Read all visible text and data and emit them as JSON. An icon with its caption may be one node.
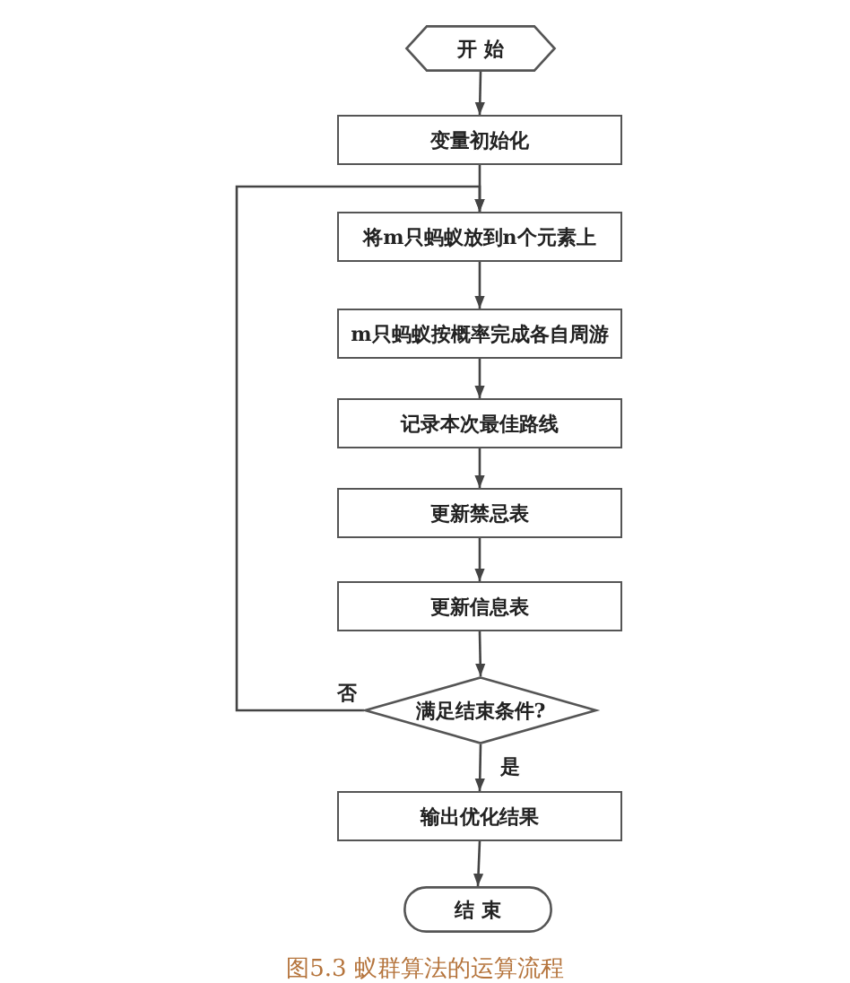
{
  "diagram": {
    "caption": "图5.3 蚁群算法的运算流程",
    "nodes": [
      {
        "text": [
          "开 始"
        ]
      },
      {
        "text": [
          "变量初始化"
        ]
      },
      {
        "text": [
          "将m只蚂蚁放到n个元素上"
        ]
      },
      {
        "text": [
          "m只蚂蚁按概率完成各自周游"
        ]
      },
      {
        "text": [
          "记录本次最佳路线"
        ]
      },
      {
        "text": [
          "更新禁忌表"
        ]
      },
      {
        "text": [
          "更新信息表"
        ]
      },
      {
        "text": [
          "满足结束条件?"
        ]
      },
      {
        "text": [
          "输出优化结果"
        ]
      },
      {
        "text": [
          "结 束"
        ]
      }
    ],
    "edges": [
      {
        "from": 0,
        "to": 1,
        "arrow": "to"
      },
      {
        "from": 1,
        "to": 2,
        "arrow": "to"
      },
      {
        "from": 2,
        "to": 3,
        "arrow": "to"
      },
      {
        "from": 3,
        "to": 4,
        "arrow": "to"
      },
      {
        "from": 4,
        "to": 5,
        "arrow": "to"
      },
      {
        "from": 5,
        "to": 6,
        "arrow": "to"
      },
      {
        "from": 6,
        "to": 7,
        "arrow": "to"
      },
      {
        "from": 7,
        "to": 2,
        "arrow": "to",
        "label": "否"
      },
      {
        "from": 7,
        "to": 8,
        "arrow": "to",
        "label": "是"
      },
      {
        "from": 8,
        "to": 9,
        "arrow": "to"
      }
    ]
  }
}
